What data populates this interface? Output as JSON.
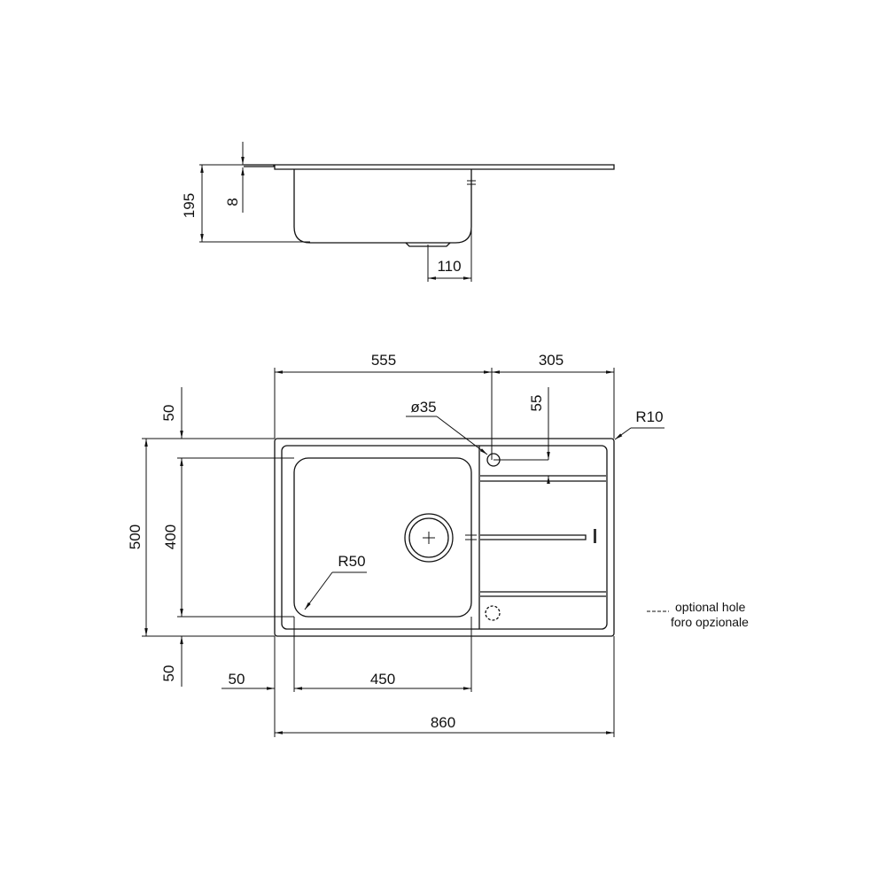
{
  "side_view": {
    "height": "195",
    "rim": "8",
    "drain_offset": "110"
  },
  "top_view": {
    "bowl_width": "555",
    "drainer_width": "305",
    "tap_hole": "ø35",
    "tap_offset": "55",
    "corner_radius": "R10",
    "overall_depth": "500",
    "bowl_depth": "400",
    "top_margin": "50",
    "bottom_margin": "50",
    "bowl_radius": "R50",
    "left_margin": "50",
    "bowl_inner_width": "450",
    "overall_width": "860"
  },
  "legend": {
    "line1": "optional hole",
    "line2": "foro opzionale"
  },
  "colors": {
    "line": "#111111",
    "background": "#ffffff"
  }
}
